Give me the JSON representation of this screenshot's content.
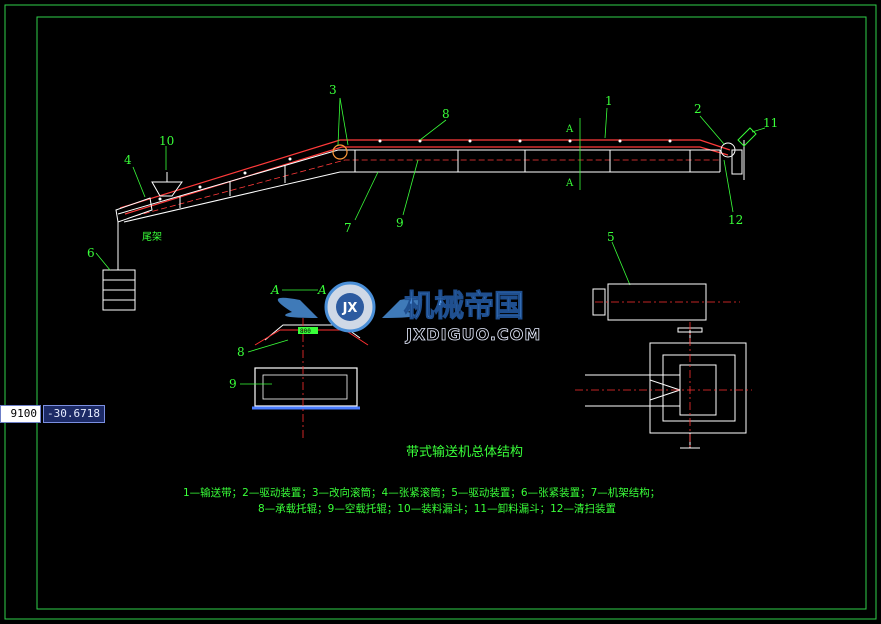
{
  "title": "带式输送机总体结构",
  "legend_line1": "1—输送带；2—驱动装置；3—改向滚筒；4—张紧滚筒；5—驱动装置；6—张紧装置；7—机架结构；",
  "legend_line2": "8—承载托辊；9—空载托辊；10—装料漏斗；11—卸料漏斗；12—清扫装置",
  "callouts": {
    "n1": "1",
    "n2": "2",
    "n3": "3",
    "n4": "4",
    "n5": "5",
    "n6": "6",
    "n7": "7",
    "n8": "8",
    "n9": "9",
    "n10": "10",
    "n11": "11",
    "n12": "12",
    "n8b": "8",
    "n9b": "9"
  },
  "labels": {
    "tail_frame": "尾架",
    "section_a1": "A",
    "section_a2": "A",
    "section_mark_left": "A",
    "section_mark_right": "A",
    "dim_text": "800"
  },
  "watermark": {
    "logo": "JX",
    "name": "机械帝国",
    "url": "JXDIGUO.COM"
  },
  "coords": {
    "x": "9100",
    "y": "-30.6718"
  },
  "colors": {
    "background": "#000000",
    "frame": "#2fd04a",
    "lines": "#ffffff",
    "centerline": "#ff3030",
    "text": "#39ff39",
    "watermark": "#4a8fd8"
  }
}
